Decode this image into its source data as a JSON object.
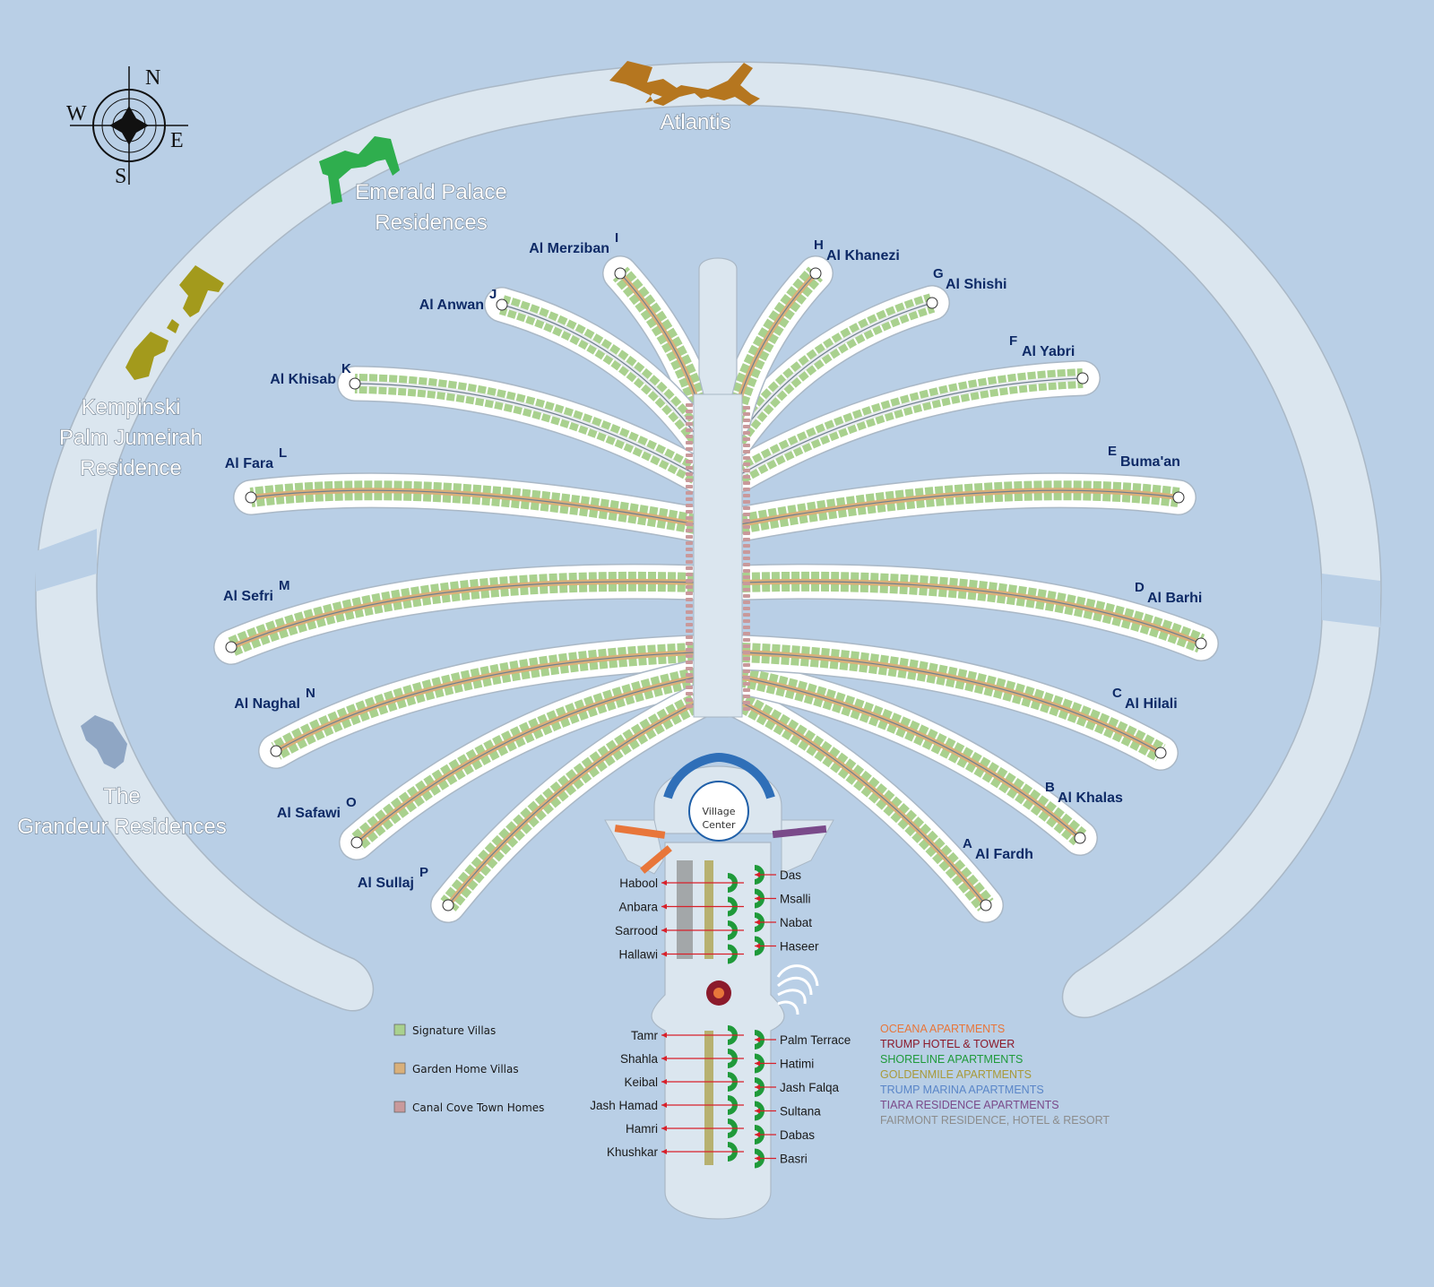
{
  "compass": {
    "n": "N",
    "s": "S",
    "e": "E",
    "w": "W"
  },
  "landmarks": {
    "atlantis": "Atlantis",
    "emerald": [
      "Emerald Palace",
      "Residences"
    ],
    "kempinski": [
      "Kempinski",
      "Palm Jumeirah",
      "Residence"
    ],
    "grandeur": [
      "The",
      "Grandeur Residences"
    ]
  },
  "fronds": [
    {
      "letter": "A",
      "name": "Al Fardh"
    },
    {
      "letter": "B",
      "name": "Al Khalas"
    },
    {
      "letter": "C",
      "name": "Al Hilali"
    },
    {
      "letter": "D",
      "name": "Al Barhi"
    },
    {
      "letter": "E",
      "name": "Buma'an"
    },
    {
      "letter": "F",
      "name": "Al Yabri"
    },
    {
      "letter": "G",
      "name": "Al Shishi"
    },
    {
      "letter": "H",
      "name": "Al Khanezi"
    },
    {
      "letter": "I",
      "name": "Al Merziban"
    },
    {
      "letter": "J",
      "name": "Al Anwan"
    },
    {
      "letter": "K",
      "name": "Al Khisab"
    },
    {
      "letter": "L",
      "name": "Al Fara"
    },
    {
      "letter": "M",
      "name": "Al Sefri"
    },
    {
      "letter": "N",
      "name": "Al Naghal"
    },
    {
      "letter": "O",
      "name": "Al Safawi"
    },
    {
      "letter": "P",
      "name": "Al Sullaj"
    }
  ],
  "village_center": [
    "Village",
    "Center"
  ],
  "trunk_left_upper": [
    "Habool",
    "Anbara",
    "Sarrood",
    "Hallawi"
  ],
  "trunk_right_upper": [
    "Das",
    "Msalli",
    "Nabat",
    "Haseer"
  ],
  "trunk_left_lower": [
    "Tamr",
    "Shahla",
    "Keibal",
    "Jash Hamad",
    "Hamri",
    "Khushkar"
  ],
  "trunk_right_lower": [
    "Palm Terrace",
    "Hatimi",
    "Jash Falqa",
    "Sultana",
    "Dabas",
    "Basri"
  ],
  "legend": [
    {
      "label": "Signature Villas",
      "color": "#a9d18e"
    },
    {
      "label": "Garden Home Villas",
      "color": "#d9b07a"
    },
    {
      "label": "Canal Cove Town Homes",
      "color": "#c9999b"
    }
  ],
  "apartments": [
    {
      "label": "OCEANA APARTMENTS",
      "color": "#e8763a"
    },
    {
      "label": "TRUMP HOTEL & TOWER",
      "color": "#8b1a2b"
    },
    {
      "label": "SHORELINE APARTMENTS",
      "color": "#1f9a3a"
    },
    {
      "label": "GOLDENMILE APARTMENTS",
      "color": "#a89a3a"
    },
    {
      "label": "TRUMP MARINA APARTMENTS",
      "color": "#5a86c8"
    },
    {
      "label": "TIARA RESIDENCE APARTMENTS",
      "color": "#7a4a8a"
    },
    {
      "label": "FAIRMONT RESIDENCE, HOTEL & RESORT",
      "color": "#8c8c8c"
    }
  ],
  "colors": {
    "water": "#b9cfe6",
    "land": "#dbe6ef",
    "land_outline": "#aab8c6",
    "frond_label": "#0e2a66",
    "atlantis": "#b5761f",
    "emerald": "#2fae4e",
    "kempinski": "#a39a1c",
    "grandeur": "#8fa6c4"
  }
}
